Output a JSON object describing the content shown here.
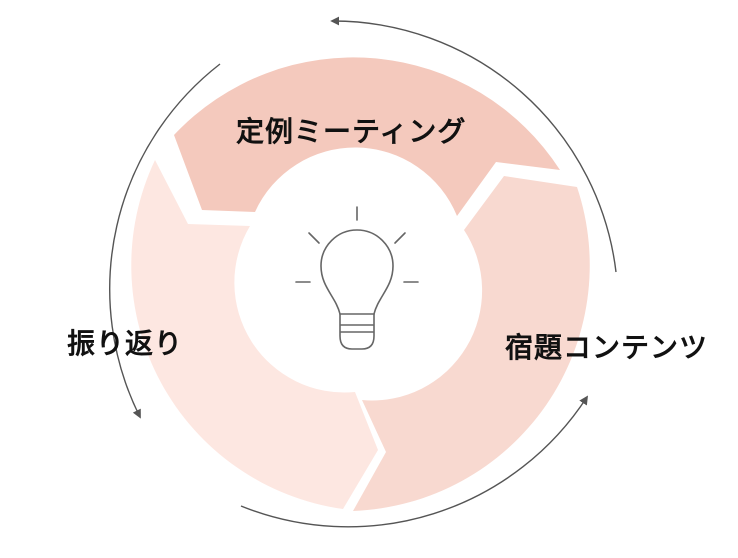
{
  "diagram": {
    "center_icon": "lightbulb-icon",
    "segments": [
      {
        "label": "定例ミーティング",
        "color": "#f4c9bd"
      },
      {
        "label": "宿題コンテンツ",
        "color": "#f8d9d0"
      },
      {
        "label": "振り返り",
        "color": "#fde7e1"
      }
    ],
    "arrow_color": "#555555",
    "icon_color": "#666666"
  }
}
